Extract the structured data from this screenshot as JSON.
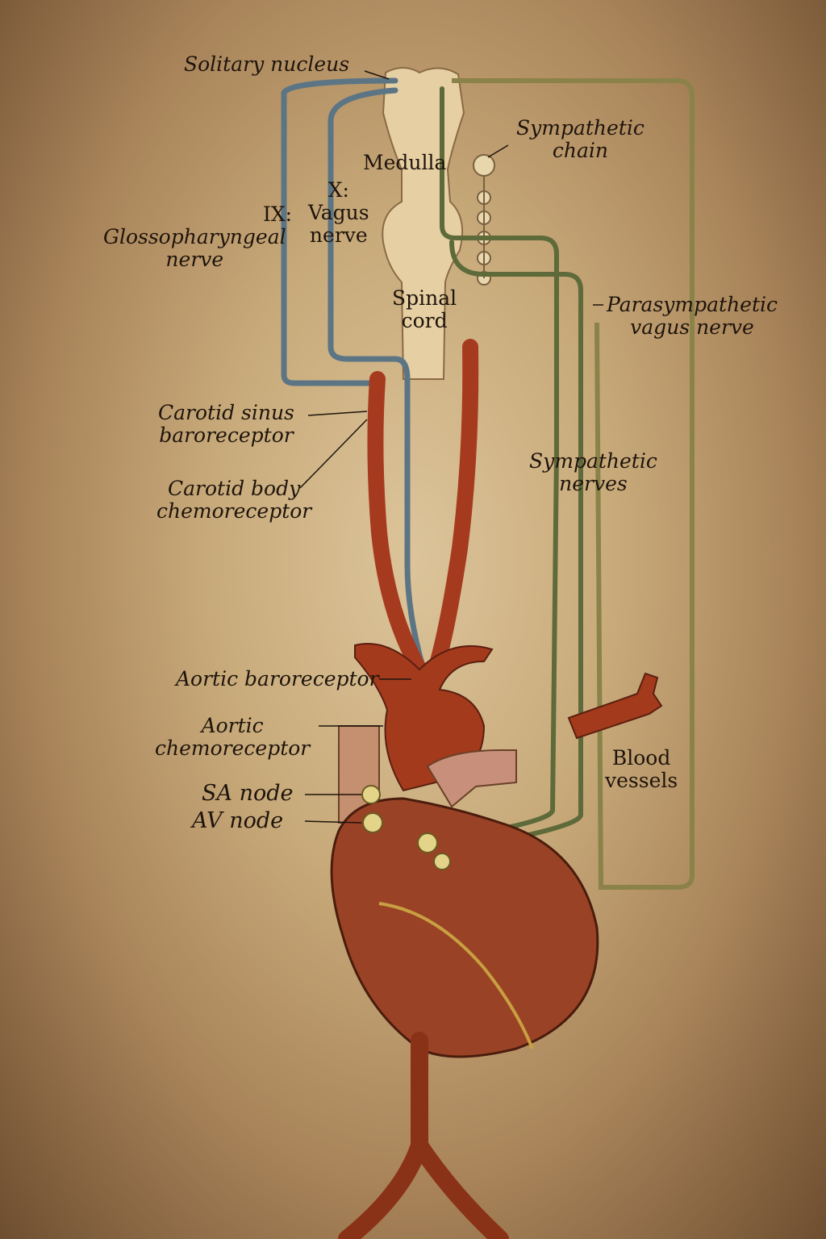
{
  "labels": {
    "solitary_nucleus": "Solitary nucleus",
    "medulla": "Medulla",
    "sympathetic_chain_1": "Sympathetic",
    "sympathetic_chain_2": "chain",
    "vagus_1": "X:",
    "vagus_2": "Vagus",
    "vagus_3": "nerve",
    "glosso_prefix": "IX:",
    "glosso_1": "Glossopharyngeal",
    "glosso_2": "nerve",
    "spinal_1": "Spinal",
    "spinal_2": "cord",
    "parasym_1": "Parasympathetic",
    "parasym_2": "vagus nerve",
    "carotid_sinus_1": "Carotid sinus",
    "carotid_sinus_2": "baroreceptor",
    "carotid_body_1": "Carotid body",
    "carotid_body_2": "chemoreceptor",
    "sym_nerves_1": "Sympathetic",
    "sym_nerves_2": "nerves",
    "aortic_baro": "Aortic baroreceptor",
    "aortic_chemo_1": "Aortic",
    "aortic_chemo_2": "chemoreceptor",
    "blood_vessels_1": "Blood",
    "blood_vessels_2": "vessels",
    "sa_node": "SA node",
    "av_node": "AV node"
  },
  "colors": {
    "afferent_nerve": "#5b7585",
    "sympathetic_nerve": "#5e6a3a",
    "parasympathetic_nerve": "#8a8248",
    "artery": "#a63a1e",
    "heart": "#9a4226"
  }
}
